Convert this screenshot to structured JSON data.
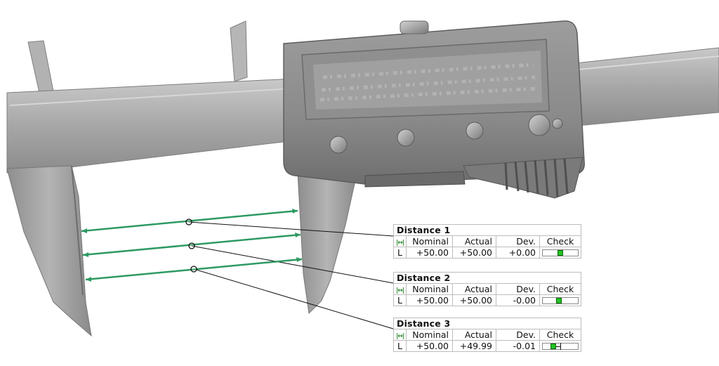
{
  "columns": {
    "nominal": "Nominal",
    "actual": "Actual",
    "dev": "Dev.",
    "check": "Check",
    "type_icon": "distance-icon"
  },
  "colors": {
    "measure_line": "#2e9a62",
    "pass": "#22c322",
    "model": "#9a9a9a"
  },
  "measurements": [
    {
      "title": "Distance 1",
      "row_label": "L",
      "nominal": "+50.00",
      "actual": "+50.00",
      "dev": "+0.00",
      "check_fraction": 0.5
    },
    {
      "title": "Distance 2",
      "row_label": "L",
      "nominal": "+50.00",
      "actual": "+50.00",
      "dev": "-0.00",
      "check_fraction": 0.45
    },
    {
      "title": "Distance 3",
      "row_label": "L",
      "nominal": "+50.00",
      "actual": "+49.99",
      "dev": "-0.01",
      "check_fraction": 0.3
    }
  ]
}
